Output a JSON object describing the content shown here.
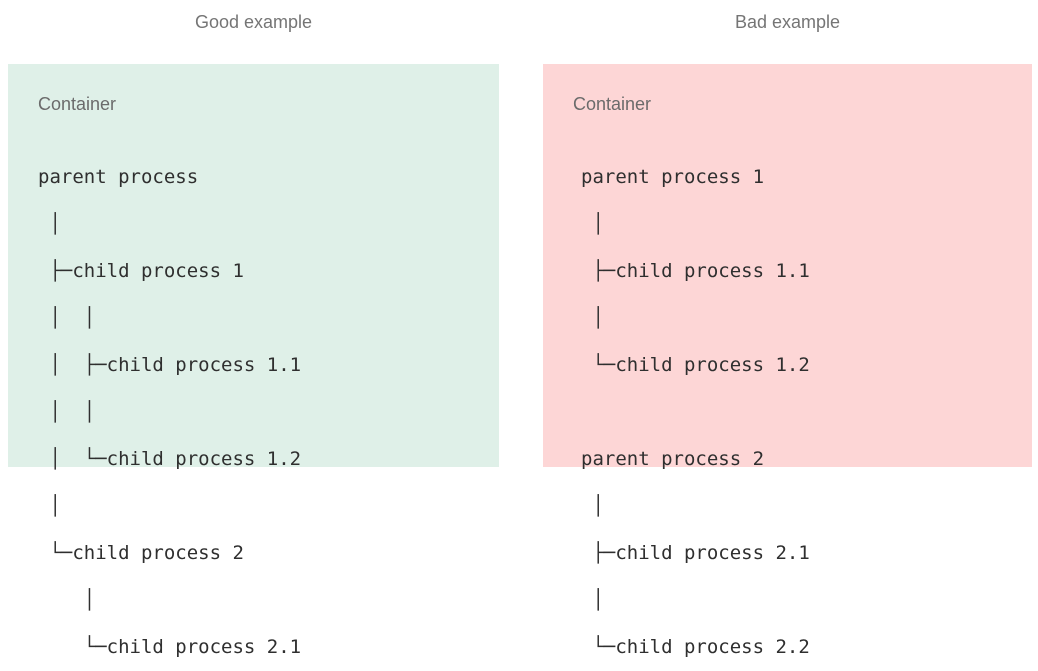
{
  "columns": [
    {
      "id": "good",
      "title": "Good example",
      "accent": "#dff0e8",
      "container_label": "Container",
      "tree_text": "parent process\n │\n ├─child process 1\n │  │\n │  ├─child process 1.1\n │  │\n │  └─child process 1.2\n │\n └─child process 2\n    │\n    └─child process 2.1",
      "processes": [
        {
          "name": "parent process",
          "depth": 0,
          "children": [
            {
              "name": "child process 1",
              "depth": 1,
              "children": [
                {
                  "name": "child process 1.1",
                  "depth": 2,
                  "children": []
                },
                {
                  "name": "child process 1.2",
                  "depth": 2,
                  "children": []
                }
              ]
            },
            {
              "name": "child process 2",
              "depth": 1,
              "children": [
                {
                  "name": "child process 2.1",
                  "depth": 2,
                  "children": []
                }
              ]
            }
          ]
        }
      ]
    },
    {
      "id": "bad",
      "title": "Bad example",
      "accent": "#fdd6d6",
      "container_label": "Container",
      "tree_text": "parent process 1\n │\n ├─child process 1.1\n │\n └─child process 1.2\n\nparent process 2\n │\n ├─child process 2.1\n │\n └─child process 2.2",
      "processes": [
        {
          "name": "parent process 1",
          "depth": 0,
          "children": [
            {
              "name": "child process 1.1",
              "depth": 1,
              "children": []
            },
            {
              "name": "child process 1.2",
              "depth": 1,
              "children": []
            }
          ]
        },
        {
          "name": "parent process 2",
          "depth": 0,
          "children": [
            {
              "name": "child process 2.1",
              "depth": 1,
              "children": []
            },
            {
              "name": "child process 2.2",
              "depth": 1,
              "children": []
            }
          ]
        }
      ]
    }
  ]
}
